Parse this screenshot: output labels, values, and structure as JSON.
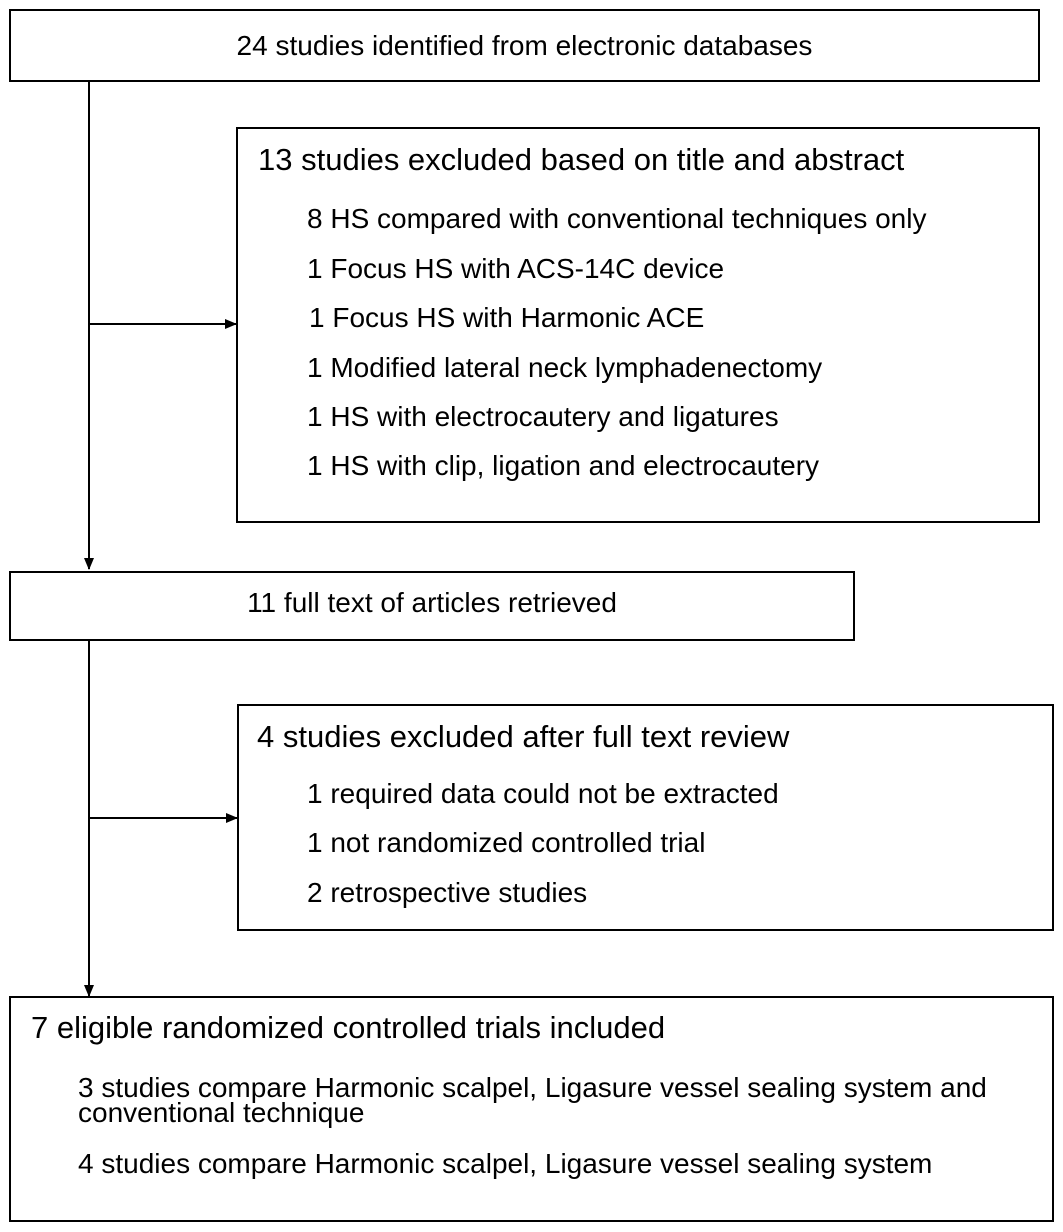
{
  "flowchart": {
    "identified": {
      "text": "24 studies identified from electronic databases"
    },
    "excluded_screening": {
      "heading": "13 studies excluded based on title and abstract",
      "items": [
        "8 HS compared with conventional techniques only",
        "1 Focus HS with ACS-14C device",
        "1 Focus HS with Harmonic ACE",
        "1 Modified lateral neck lymphadenectomy",
        "1 HS with electrocautery and ligatures",
        "1 HS with clip, ligation and electrocautery"
      ]
    },
    "retrieved": {
      "text": "11 full text of articles retrieved"
    },
    "excluded_fulltext": {
      "heading": "4 studies excluded after full text review",
      "items": [
        "1 required data could not be extracted",
        "1 not randomized controlled trial",
        "2 retrospective studies"
      ]
    },
    "included": {
      "heading": "7 eligible randomized controlled trials included",
      "items": [
        "3 studies compare Harmonic scalpel, Ligasure vessel sealing system and conventional technique",
        "4 studies compare Harmonic scalpel, Ligasure vessel sealing system"
      ]
    }
  },
  "colors": {
    "line": "#000000",
    "background": "#ffffff"
  }
}
